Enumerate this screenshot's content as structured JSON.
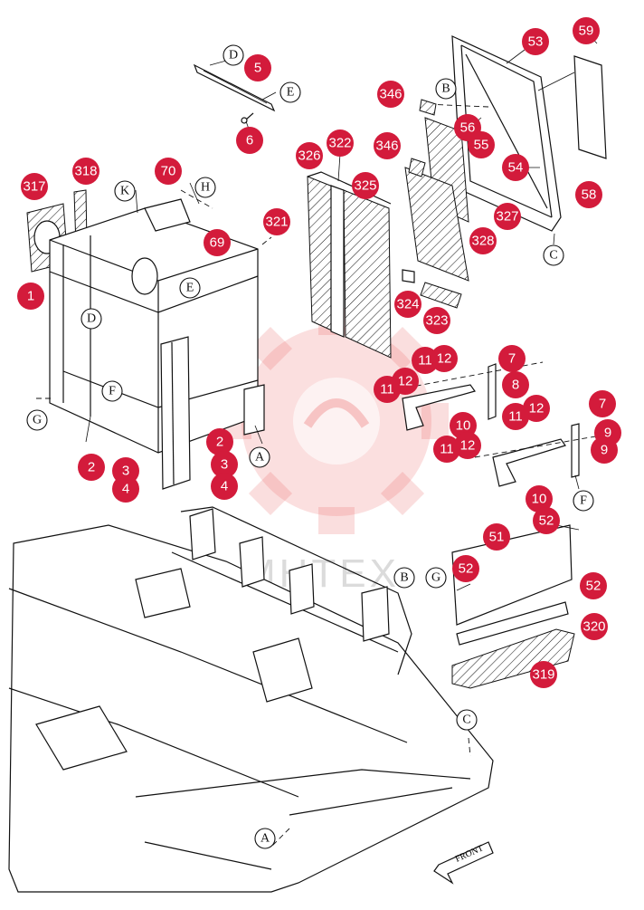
{
  "watermark": {
    "text": "MHTEX",
    "color": "#e63b3b"
  },
  "badge_color": "#d31b3b",
  "front_label": "FRONT",
  "part_callouts": [
    {
      "id": "p5",
      "label": "5"
    },
    {
      "id": "p6",
      "label": "6"
    },
    {
      "id": "p53",
      "label": "53"
    },
    {
      "id": "p59",
      "label": "59"
    },
    {
      "id": "p346a",
      "label": "346"
    },
    {
      "id": "p56",
      "label": "56"
    },
    {
      "id": "p55",
      "label": "55"
    },
    {
      "id": "p346b",
      "label": "346"
    },
    {
      "id": "p326",
      "label": "326"
    },
    {
      "id": "p322",
      "label": "322"
    },
    {
      "id": "p325",
      "label": "325"
    },
    {
      "id": "p54",
      "label": "54"
    },
    {
      "id": "p58",
      "label": "58"
    },
    {
      "id": "p327",
      "label": "327"
    },
    {
      "id": "p328",
      "label": "328"
    },
    {
      "id": "p317",
      "label": "317"
    },
    {
      "id": "p318",
      "label": "318"
    },
    {
      "id": "p70",
      "label": "70"
    },
    {
      "id": "p69",
      "label": "69"
    },
    {
      "id": "p321",
      "label": "321"
    },
    {
      "id": "p1",
      "label": "1"
    },
    {
      "id": "p324",
      "label": "324"
    },
    {
      "id": "p323",
      "label": "323"
    },
    {
      "id": "p7a",
      "label": "7"
    },
    {
      "id": "p12a",
      "label": "12"
    },
    {
      "id": "p11a",
      "label": "11"
    },
    {
      "id": "p12b",
      "label": "12"
    },
    {
      "id": "p11b",
      "label": "11"
    },
    {
      "id": "p8",
      "label": "8"
    },
    {
      "id": "p12c",
      "label": "12"
    },
    {
      "id": "p11c",
      "label": "11"
    },
    {
      "id": "p7b",
      "label": "7"
    },
    {
      "id": "p10a",
      "label": "10"
    },
    {
      "id": "p12d",
      "label": "12"
    },
    {
      "id": "p11d",
      "label": "11"
    },
    {
      "id": "p9a",
      "label": "9"
    },
    {
      "id": "p9b",
      "label": "9"
    },
    {
      "id": "p2a",
      "label": "2"
    },
    {
      "id": "p2b",
      "label": "2"
    },
    {
      "id": "p3a",
      "label": "3"
    },
    {
      "id": "p4a",
      "label": "4"
    },
    {
      "id": "p3b",
      "label": "3"
    },
    {
      "id": "p4b",
      "label": "4"
    },
    {
      "id": "p10b",
      "label": "10"
    },
    {
      "id": "p52a",
      "label": "52"
    },
    {
      "id": "p51",
      "label": "51"
    },
    {
      "id": "p52b",
      "label": "52"
    },
    {
      "id": "p52c",
      "label": "52"
    },
    {
      "id": "p320",
      "label": "320"
    },
    {
      "id": "p319",
      "label": "319"
    }
  ],
  "reference_letters": [
    {
      "id": "D1",
      "label": "D"
    },
    {
      "id": "E1",
      "label": "E"
    },
    {
      "id": "B1",
      "label": "B"
    },
    {
      "id": "K",
      "label": "K"
    },
    {
      "id": "H",
      "label": "H"
    },
    {
      "id": "E2",
      "label": "E"
    },
    {
      "id": "D2",
      "label": "D"
    },
    {
      "id": "C1",
      "label": "C"
    },
    {
      "id": "F1",
      "label": "F"
    },
    {
      "id": "G1",
      "label": "G"
    },
    {
      "id": "A1",
      "label": "A"
    },
    {
      "id": "F2",
      "label": "F"
    },
    {
      "id": "G2",
      "label": "G"
    },
    {
      "id": "B2",
      "label": "B"
    },
    {
      "id": "C2",
      "label": "C"
    },
    {
      "id": "A2",
      "label": "A"
    }
  ]
}
